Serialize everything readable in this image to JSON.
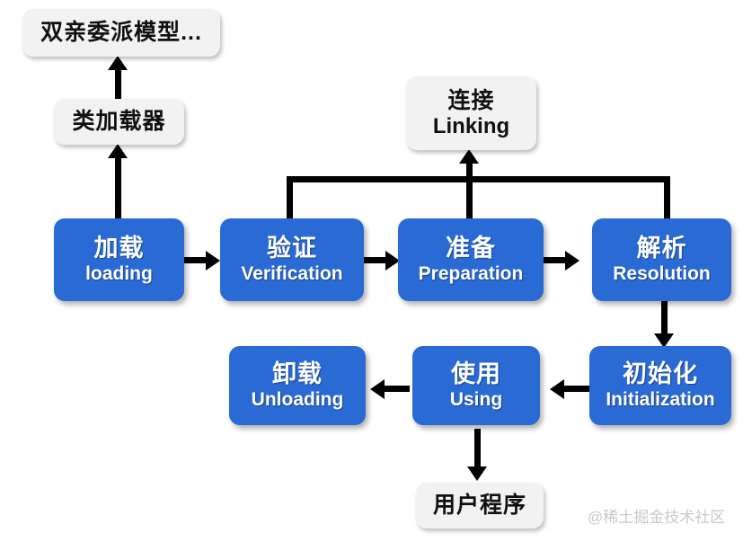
{
  "diagram": {
    "title": "JVM Class Loading Lifecycle",
    "colors": {
      "blue_node": "#2a6ad4",
      "gray_node": "#f2f2f2",
      "connector": "#000000",
      "blue_text": "#ffffff",
      "gray_text": "#111111",
      "watermark": "#c9c9c9",
      "background": "#ffffff"
    },
    "nodes": [
      {
        "id": "parent-delegation",
        "style": "gray",
        "cn": "双亲委派模型...",
        "en": ""
      },
      {
        "id": "class-loader",
        "style": "gray",
        "cn": "类加载器",
        "en": ""
      },
      {
        "id": "linking",
        "style": "gray",
        "cn": "连接",
        "en": "Linking"
      },
      {
        "id": "user-program",
        "style": "gray",
        "cn": "用户程序",
        "en": ""
      },
      {
        "id": "loading",
        "style": "blue",
        "cn": "加载",
        "en": "loading"
      },
      {
        "id": "verification",
        "style": "blue",
        "cn": "验证",
        "en": "Verification"
      },
      {
        "id": "preparation",
        "style": "blue",
        "cn": "准备",
        "en": "Preparation"
      },
      {
        "id": "resolution",
        "style": "blue",
        "cn": "解析",
        "en": "Resolution"
      },
      {
        "id": "initialization",
        "style": "blue",
        "cn": "初始化",
        "en": "Initialization"
      },
      {
        "id": "using",
        "style": "blue",
        "cn": "使用",
        "en": "Using"
      },
      {
        "id": "unloading",
        "style": "blue",
        "cn": "卸载",
        "en": "Unloading"
      }
    ],
    "edges": [
      {
        "from": "class-loader",
        "to": "parent-delegation",
        "dir": "up"
      },
      {
        "from": "loading",
        "to": "class-loader",
        "dir": "up"
      },
      {
        "from": "loading",
        "to": "verification",
        "dir": "right"
      },
      {
        "from": "verification",
        "to": "preparation",
        "dir": "right"
      },
      {
        "from": "preparation",
        "to": "resolution",
        "dir": "right"
      },
      {
        "from": "verification+preparation+resolution",
        "to": "linking",
        "dir": "up-bracket"
      },
      {
        "from": "resolution",
        "to": "initialization",
        "dir": "down"
      },
      {
        "from": "initialization",
        "to": "using",
        "dir": "left"
      },
      {
        "from": "using",
        "to": "unloading",
        "dir": "left"
      },
      {
        "from": "using",
        "to": "user-program",
        "dir": "down"
      }
    ],
    "watermark": "@稀土掘金技术社区"
  }
}
